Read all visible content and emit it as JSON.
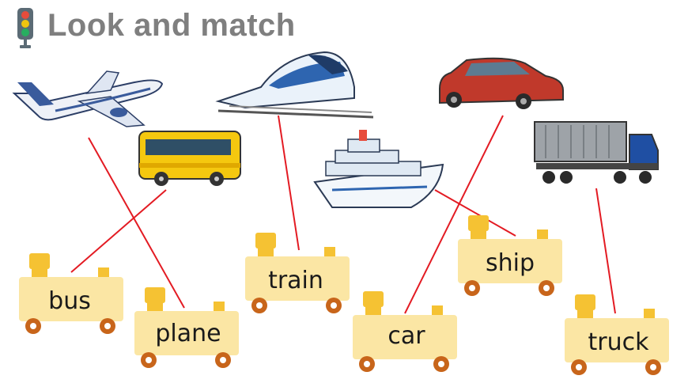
{
  "title": "Look and match",
  "words": [
    "bus",
    "plane",
    "train",
    "car",
    "ship",
    "truck"
  ],
  "colors": {
    "line": "#e31b23",
    "cart": "#fbe6a4",
    "cart_part": "#f5c233",
    "wheel": "#c8651a"
  }
}
